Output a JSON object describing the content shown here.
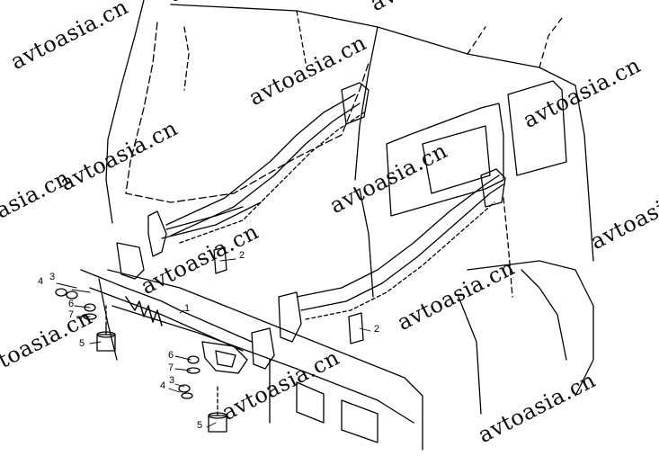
{
  "watermark": "avtoasia.cn",
  "callouts": {
    "c1": "1",
    "c2_top": "2",
    "c2_right": "2",
    "c3_left": "3",
    "c4_left": "4",
    "c6_left": "6",
    "c7_left": "7",
    "c5_left": "5",
    "c6_mid": "6",
    "c7_mid": "7",
    "c3_mid": "3",
    "c4_mid": "4",
    "c5_mid": "5"
  }
}
